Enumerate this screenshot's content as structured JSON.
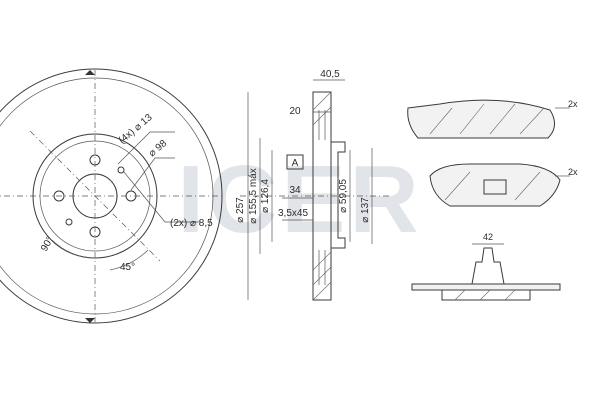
{
  "watermark": {
    "text": "ICER",
    "color": "#c9ced6"
  },
  "disc_front": {
    "bolt_holes": "(4x) ⌀ 13",
    "pcd": "⌀ 98",
    "aux_holes": "(2x) ⌀ 8,5",
    "angle_1": "90°",
    "angle_2": "45°"
  },
  "disc_section": {
    "width": "40,5",
    "hat_depth": "20",
    "datum": "A",
    "outer_diameter": "⌀ 257",
    "max_hat": "⌀ 155,5 máx",
    "hat_diameter": "⌀ 126,4",
    "thickness": "34",
    "chamfer": "3,5x45",
    "center_bore": "⌀ 59,05",
    "inner_diameter": "⌀ 137"
  },
  "pads": {
    "qty_upper": "2x",
    "qty_lower": "2x",
    "clip_width": "42"
  }
}
